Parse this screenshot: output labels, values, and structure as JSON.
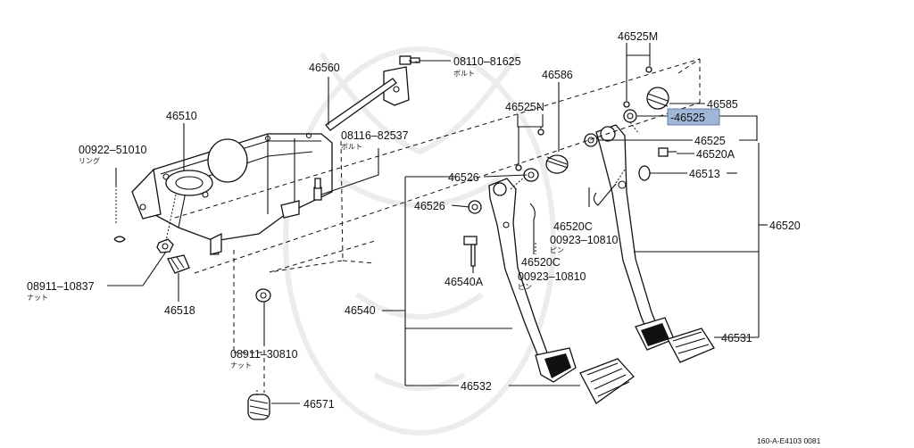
{
  "diagram": {
    "footer_code": "160-A-E4103 0081",
    "highlighted_part": "46525",
    "labels": {
      "p46560": "46560",
      "p08110": "08110–81625",
      "p08110_sub": "ボルト",
      "p46586": "46586",
      "p46525M": "46525M",
      "p46585": "46585",
      "p46525_hl": "-46525",
      "p46525": "46525",
      "p46520A": "46520A",
      "p46513": "46513",
      "p46520": "46520",
      "p46510": "46510",
      "p46525N": "46525N",
      "p08116": "08116–82537",
      "p08116_sub": "ボルト",
      "p00922": "00922–51010",
      "p00922_sub": "リング",
      "p46526a": "46526",
      "p46526b": "46526",
      "p46520C_a": "46520C",
      "p00923_a": "00923–10810",
      "p00923_a_sub": "ピン",
      "p46520C_b": "46520C",
      "p00923_b": "00923–10810",
      "p00923_b_sub": "ピン",
      "p46540A": "46540A",
      "p08911a": "08911–10837",
      "p08911a_sub": "ナット",
      "p46518": "46518",
      "p46540": "46540",
      "p08911b": "08911–30810",
      "p08911b_sub": "ナット",
      "p46531": "46531",
      "p46532": "46532",
      "p46571": "46571"
    }
  }
}
